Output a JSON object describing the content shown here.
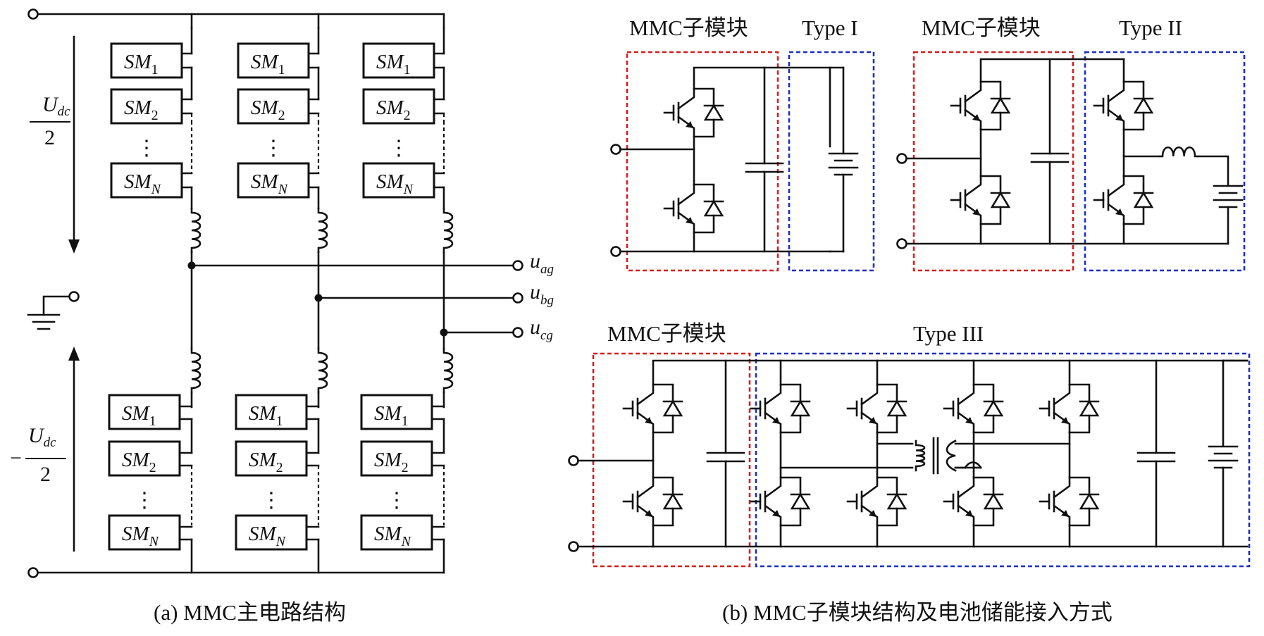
{
  "panel_a": {
    "caption": "(a) MMC主电路结构",
    "sm_label_base": "SM",
    "sm_subscripts": [
      "1",
      "2",
      "N"
    ],
    "dots": "⋮",
    "upper_voltage": {
      "numerator_base": "U",
      "numerator_sub": "dc",
      "denominator": "2"
    },
    "lower_voltage": {
      "sign": "−",
      "numerator_base": "U",
      "numerator_sub": "dc",
      "denominator": "2"
    },
    "outputs": [
      {
        "base": "u",
        "sub": "ag"
      },
      {
        "base": "u",
        "sub": "bg"
      },
      {
        "base": "u",
        "sub": "cg"
      }
    ]
  },
  "panel_b": {
    "caption": "(b) MMC子模块结构及电池储能接入方式",
    "submodule_label": "MMC子模块",
    "type1_label": "Type I",
    "type2_label": "Type II",
    "type3_label": "Type III"
  },
  "colors": {
    "red_box": "#d81c1c",
    "blue_box": "#1c2fc4",
    "wire": "#111111"
  }
}
